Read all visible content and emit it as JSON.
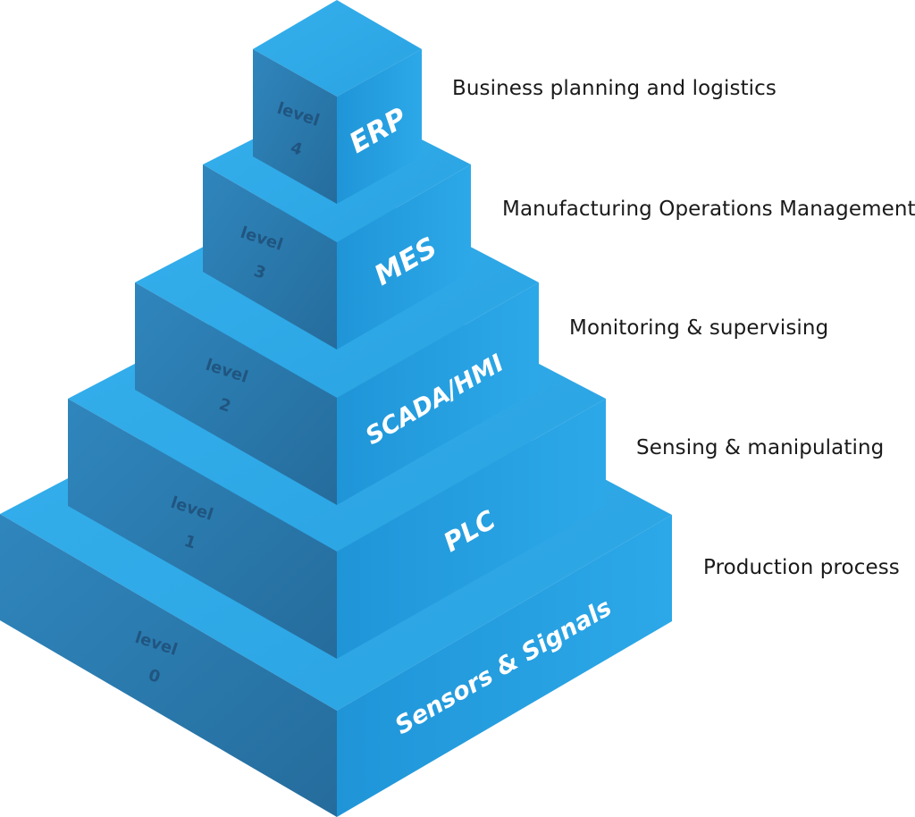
{
  "colors": {
    "top_face": "#2ea7e6",
    "left_face": "#2a77aa",
    "right_face": "#2399dc",
    "system_text": "#ffffff",
    "level_text": "#1f4f78",
    "description_text": "#1a1a1a"
  },
  "levels": [
    {
      "level_word": "level",
      "level_number": "0",
      "system": "Sensors & Signals",
      "description": "Production process"
    },
    {
      "level_word": "level",
      "level_number": "1",
      "system": "PLC",
      "description": "Sensing & manipulating"
    },
    {
      "level_word": "level",
      "level_number": "2",
      "system": "SCADA/HMI",
      "description": "Monitoring & supervising"
    },
    {
      "level_word": "level",
      "level_number": "3",
      "system": "MES",
      "description": "Manufacturing Operations Management"
    },
    {
      "level_word": "level",
      "level_number": "4",
      "system": "ERP",
      "description": "Business planning and logistics"
    }
  ]
}
